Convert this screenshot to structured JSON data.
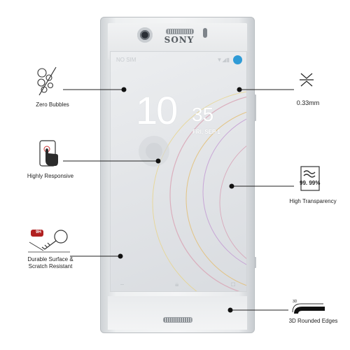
{
  "phone": {
    "brand": "SONY",
    "status_left": "NO SIM",
    "status_right": "▼◢▮",
    "clock_hour": "10",
    "clock_minute": "35",
    "clock_date": "FRI, SEP 1",
    "nav": [
      "mic",
      "lock",
      "camera"
    ]
  },
  "features": {
    "zero_bubbles": "Zero Bubbles",
    "thickness": "0.33mm",
    "highly_responsive": "Highly Responsive",
    "high_transparency": "High Transparency",
    "transparency_value": "99. 99%",
    "hardness_badge": "9H",
    "durable_line1": "Durable Surface &",
    "durable_line2": "Scratch Resistant",
    "rounded_edges": "3D Rounded Edges",
    "rounded_badge": "3D"
  },
  "icons": [
    "bubbles-icon",
    "thickness-icon",
    "touch-icon",
    "transparency-icon",
    "scratch-key-icon",
    "rounded-edge-icon"
  ]
}
